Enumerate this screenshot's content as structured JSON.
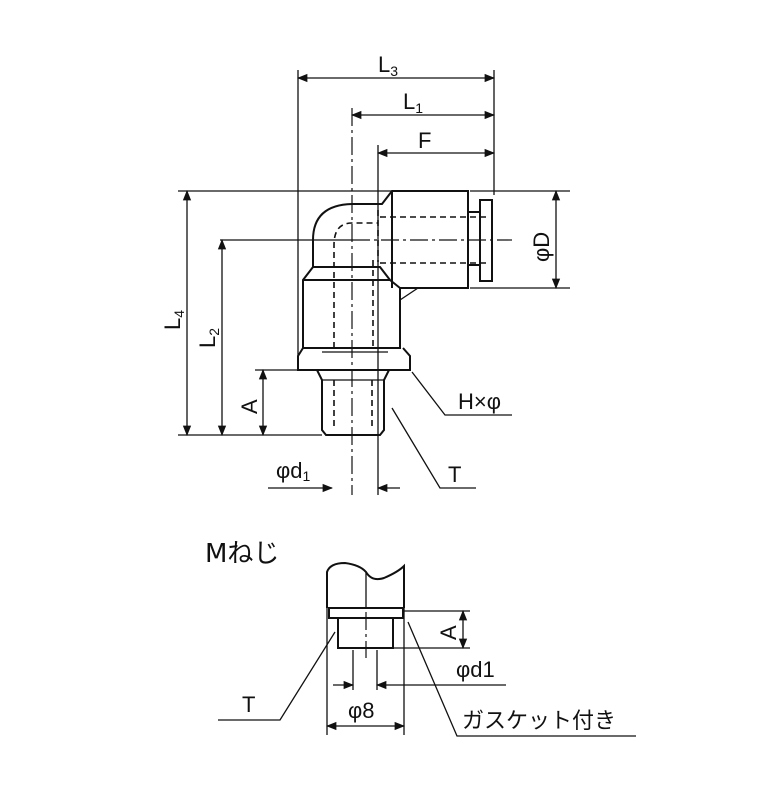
{
  "main_view": {
    "dimensions": {
      "L3": {
        "base": "L",
        "sub": "3"
      },
      "L1": {
        "base": "L",
        "sub": "1"
      },
      "F": "F",
      "L4": {
        "base": "L",
        "sub": "4"
      },
      "L2": {
        "base": "L",
        "sub": "2"
      },
      "A": "A",
      "phiD": "φD",
      "hex": "H×φ",
      "phi_d1": {
        "base": "φd",
        "sub": "1"
      },
      "thread": "T"
    }
  },
  "m_thread_view": {
    "title": "Mねじ",
    "A": "A",
    "phi_d1": "φd1",
    "phi8": "φ8",
    "thread": "T",
    "gasket_note": "ガスケット付き"
  }
}
